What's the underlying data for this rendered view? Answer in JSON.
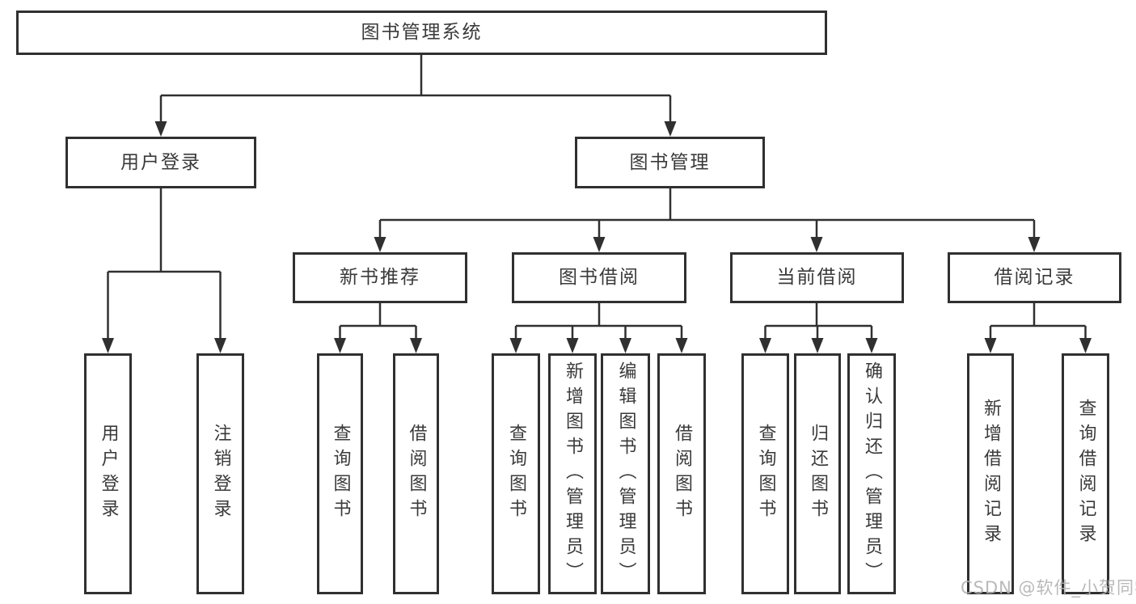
{
  "tree": {
    "label": "图书管理系统",
    "children": [
      {
        "label": "用户登录",
        "children": [
          {
            "label": "用户登录"
          },
          {
            "label": "注销登录"
          }
        ]
      },
      {
        "label": "图书管理",
        "children": [
          {
            "label": "新书推荐",
            "children": [
              {
                "label": "查询图书"
              },
              {
                "label": "借阅图书"
              }
            ]
          },
          {
            "label": "图书借阅",
            "children": [
              {
                "label": "查询图书"
              },
              {
                "label": "新增图书（管理员）"
              },
              {
                "label": "编辑图书（管理员）"
              },
              {
                "label": "借阅图书"
              }
            ]
          },
          {
            "label": "当前借阅",
            "children": [
              {
                "label": "查询图书"
              },
              {
                "label": "归还图书"
              },
              {
                "label": "确认归还（管理员）"
              }
            ]
          },
          {
            "label": "借阅记录",
            "children": [
              {
                "label": "新增借阅记录"
              },
              {
                "label": "查询借阅记录"
              }
            ]
          }
        ]
      }
    ]
  },
  "watermark": {
    "text": "CSDN @软件_小贺同学"
  },
  "colors": {
    "box_border": "#303030",
    "connector": "#303030",
    "text": "#3a3a3a",
    "watermark_text": "#b2b2b2",
    "background": "#ffffff"
  }
}
